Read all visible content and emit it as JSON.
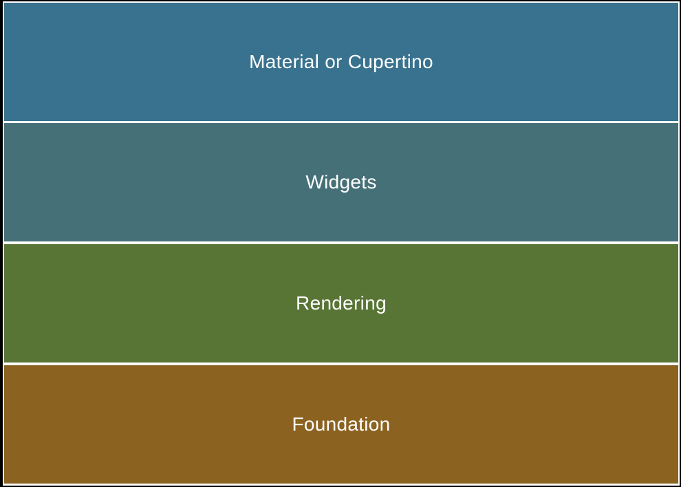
{
  "layers": [
    {
      "label": "Material or Cupertino",
      "color": "#38728E"
    },
    {
      "label": "Widgets",
      "color": "#467077"
    },
    {
      "label": "Rendering",
      "color": "#587536"
    },
    {
      "label": "Foundation",
      "color": "#8B6220"
    }
  ]
}
